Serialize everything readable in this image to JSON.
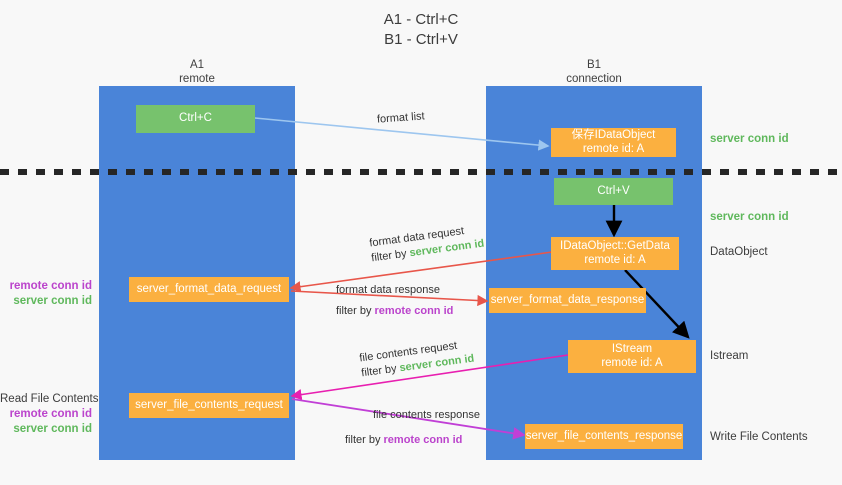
{
  "title": {
    "line1": "A1 - Ctrl+C",
    "line2": "B1 - Ctrl+V"
  },
  "lanes": [
    {
      "name": "A1",
      "sub": "remote",
      "color": "#4a84d8"
    },
    {
      "name": "B1",
      "sub": "connection",
      "color": "#4a84d8"
    }
  ],
  "boxes": {
    "ctrl_c": "Ctrl+C",
    "save_idataobject_l1": "保存IDataObject",
    "save_idataobject_l2": "remote id: A",
    "ctrl_v": "Ctrl+V",
    "getdata_l1": "IDataObject::GetData",
    "getdata_l2": "remote id: A",
    "server_format_data_request": "server_format_data_request",
    "server_format_data_response": "server_format_data_response",
    "istream_l1": "IStream",
    "istream_l2": "remote id: A",
    "server_file_contents_request": "server_file_contents_request",
    "server_file_contents_response": "server_file_contents_response"
  },
  "edges": {
    "format_list": "format list",
    "format_data_request": "format data request",
    "format_data_request_filter_pre": "filter by ",
    "format_data_request_filter_key": "server conn id",
    "format_data_response": "format data response",
    "format_data_response_filter_pre": "filter by ",
    "format_data_response_filter_key": "remote conn id",
    "file_contents_request": "file contents request",
    "file_contents_request_filter_pre": "filter by ",
    "file_contents_request_filter_key": "server conn id",
    "file_contents_response": "file contents response",
    "file_contents_response_filter_pre": "filter by ",
    "file_contents_response_filter_key": "remote conn id"
  },
  "right_labels": {
    "server_conn_id_1": "server conn id",
    "server_conn_id_2": "server conn id",
    "dataobject": "DataObject",
    "istream": "Istream",
    "write_file_contents": "Write File Contents"
  },
  "left_labels": {
    "remote_conn_id_1": "remote conn id",
    "server_conn_id_1": "server conn id",
    "read_file_contents": "Read File Contents",
    "remote_conn_id_2": "remote conn id",
    "server_conn_id_2": "server conn id"
  },
  "colors": {
    "lane": "#4a84d8",
    "green_box": "#77c26d",
    "orange_box": "#fbb040",
    "red_arrow": "#e8564a",
    "purple_arrow": "#c13fd6",
    "magenta_arrow": "#e81fb0",
    "light_blue_arrow": "#9dc6ef",
    "black_arrow": "#000000",
    "server_conn_id_text": "#5fb85c",
    "remote_conn_id_text": "#bb44cc",
    "background": "#f8f8f8"
  }
}
